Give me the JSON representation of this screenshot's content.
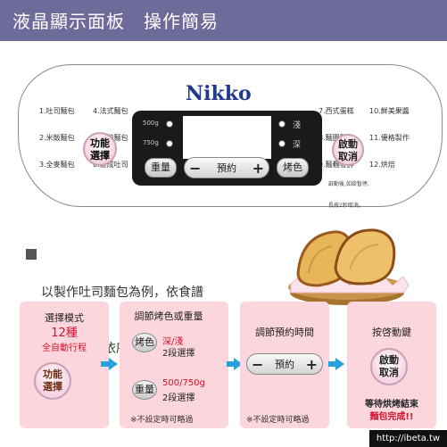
{
  "header": {
    "title": "液晶顯示面板　操作簡易"
  },
  "panel": {
    "brand": "Nikko",
    "menu_left_col1": [
      "1.吐司麵包",
      "2.米飯麵包",
      "3.全麥麵包"
    ],
    "menu_left_col2": [
      "4.法式麵包",
      "5.包餡麵包",
      "6.速成吐司"
    ],
    "menu_right_col1": [
      "7.西式蛋糕",
      "8.麵團製作",
      "9.麵糰發酵"
    ],
    "menu_right_col2": [
      "10.鮮美果醬",
      "11.優格製作",
      "12.烘焙"
    ],
    "weight_500": "500g",
    "weight_750": "750g",
    "light": "淺",
    "dark": "深",
    "func_btn": [
      "功能",
      "選擇"
    ],
    "weight_btn": "重量",
    "delay_label": "預約",
    "delay_minus": "−",
    "delay_plus": "+",
    "color_btn": "烤色",
    "start_btn": [
      "啟動",
      "取消"
    ],
    "start_note": [
      "啟動後,如欲暫停,",
      "長按2秒取消。"
    ]
  },
  "instruction": {
    "lines": [
      "以製作吐司麵包為例，依食譜",
      "將麵包材料依序放入內鍋後："
    ]
  },
  "steps": {
    "step1": {
      "title": "選擇模式",
      "count": "12種",
      "sub": "全自動行程",
      "btn": [
        "功能",
        "選擇"
      ]
    },
    "step2": {
      "title": "調節烤色或重量",
      "color_btn": "烤色",
      "color_opt": "深/淺",
      "color_desc": "2段選擇",
      "weight_btn": "重量",
      "weight_opt": "500/750g",
      "weight_desc": "2段選擇",
      "note": "※不設定時可略過"
    },
    "step3": {
      "title": "調節預約時間",
      "delay_label": "預約",
      "minus": "−",
      "plus": "+",
      "note": "※不設定時可略過"
    },
    "step4": {
      "title": "按啓動鍵",
      "btn": [
        "啟動",
        "取消"
      ],
      "finish1": "等待烘烤結束",
      "finish2": "麵包完成!!"
    }
  },
  "watermark": "http://ibeta.tw",
  "colors": {
    "header": "#6e6a9a",
    "step_bg": "#fbd6dd",
    "arrow": "#2aa0dc",
    "accent_red": "#d8102a",
    "lcd": "#1a1a1a"
  }
}
